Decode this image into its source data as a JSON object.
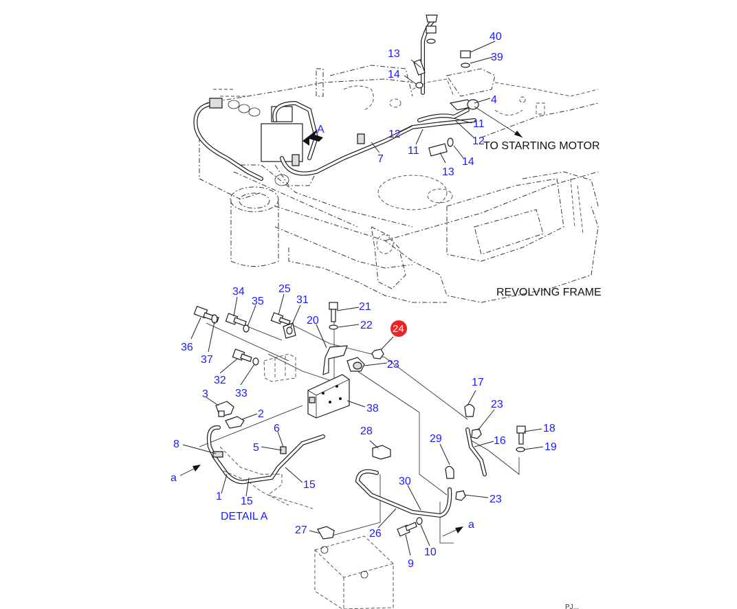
{
  "diagram": {
    "title_labels": {
      "to_starting_motor": "TO STARTING MOTOR",
      "revolving_frame": "REVOLVING FRAME",
      "detail_a": "DETAIL A",
      "view_a": "A",
      "arrow_a_left": "a",
      "arrow_a_right": "a"
    },
    "highlighted_callout": "24",
    "highlight_color": "#ee2222",
    "callout_color": "#1a1aff",
    "footer_code": "PJ...",
    "callouts": [
      {
        "id": "40",
        "text": "40"
      },
      {
        "id": "39",
        "text": "39"
      },
      {
        "id": "13a",
        "text": "13"
      },
      {
        "id": "14a",
        "text": "14"
      },
      {
        "id": "4",
        "text": "4"
      },
      {
        "id": "11a",
        "text": "11"
      },
      {
        "id": "12a",
        "text": "12"
      },
      {
        "id": "12b",
        "text": "12"
      },
      {
        "id": "11b",
        "text": "11"
      },
      {
        "id": "7",
        "text": "7"
      },
      {
        "id": "13b",
        "text": "13"
      },
      {
        "id": "14b",
        "text": "14"
      },
      {
        "id": "34",
        "text": "34"
      },
      {
        "id": "35",
        "text": "35"
      },
      {
        "id": "25",
        "text": "25"
      },
      {
        "id": "31",
        "text": "31"
      },
      {
        "id": "21",
        "text": "21"
      },
      {
        "id": "22",
        "text": "22"
      },
      {
        "id": "20",
        "text": "20"
      },
      {
        "id": "23a",
        "text": "23"
      },
      {
        "id": "36",
        "text": "36"
      },
      {
        "id": "37",
        "text": "37"
      },
      {
        "id": "32",
        "text": "32"
      },
      {
        "id": "33",
        "text": "33"
      },
      {
        "id": "38",
        "text": "38"
      },
      {
        "id": "3",
        "text": "3"
      },
      {
        "id": "2",
        "text": "2"
      },
      {
        "id": "8",
        "text": "8"
      },
      {
        "id": "6",
        "text": "6"
      },
      {
        "id": "5",
        "text": "5"
      },
      {
        "id": "15a",
        "text": "15"
      },
      {
        "id": "15b",
        "text": "15"
      },
      {
        "id": "1",
        "text": "1"
      },
      {
        "id": "28",
        "text": "28"
      },
      {
        "id": "17",
        "text": "17"
      },
      {
        "id": "23b",
        "text": "23"
      },
      {
        "id": "18",
        "text": "18"
      },
      {
        "id": "16",
        "text": "16"
      },
      {
        "id": "19",
        "text": "19"
      },
      {
        "id": "29",
        "text": "29"
      },
      {
        "id": "30",
        "text": "30"
      },
      {
        "id": "23c",
        "text": "23"
      },
      {
        "id": "26",
        "text": "26"
      },
      {
        "id": "27",
        "text": "27"
      },
      {
        "id": "9",
        "text": "9"
      },
      {
        "id": "10",
        "text": "10"
      }
    ]
  }
}
